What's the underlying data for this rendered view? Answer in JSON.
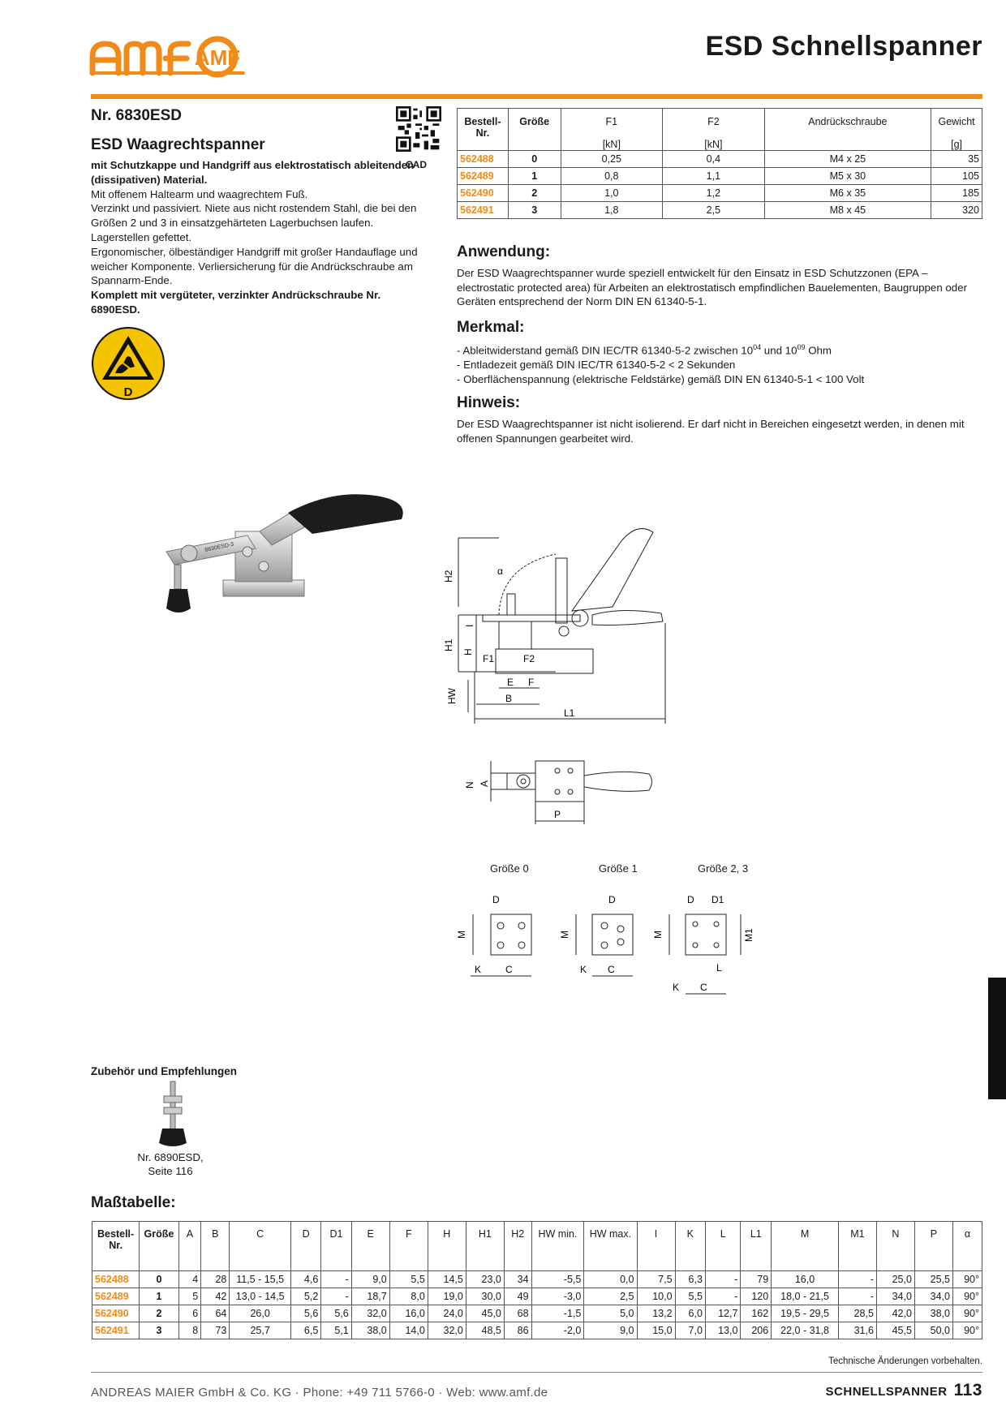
{
  "header": {
    "logo_text": "AMF",
    "title": "ESD Schnellspanner"
  },
  "product": {
    "number": "Nr. 6830ESD",
    "name": "ESD Waagrechtspanner",
    "cad_label": "CAD",
    "description": [
      {
        "text": "mit Schutzkappe und Handgriff aus elektrostatisch ableitenden (dissipativen) Material.",
        "bold": true
      },
      {
        "text": "Mit offenem Haltearm und waagrechtem Fuß.",
        "bold": false
      },
      {
        "text": "Verzinkt und passiviert. Niete aus nicht rostendem Stahl, die bei den Größen 2 und 3 in einsatzgehärteten Lagerbuchsen laufen. Lagerstellen gefettet.",
        "bold": false
      },
      {
        "text": "Ergonomischer, ölbeständiger Handgriff mit großer Handauflage und weicher Komponente. Verliersicherung für die Andrückschraube am Spannarm-Ende.",
        "bold": false
      },
      {
        "text": "Komplett mit vergüteter, verzinkter Andrückschraube Nr. 6890ESD.",
        "bold": true
      }
    ],
    "esd_badge_letter": "D"
  },
  "order_table": {
    "headers": [
      "Bestell-\nNr.",
      "Größe",
      "F1",
      "F2",
      "Andrückschraube",
      "Gewicht"
    ],
    "units": [
      "",
      "",
      "[kN]",
      "[kN]",
      "",
      "[g]"
    ],
    "rows": [
      [
        "562488",
        "0",
        "0,25",
        "0,4",
        "M4 x 25",
        "35"
      ],
      [
        "562489",
        "1",
        "0,8",
        "1,1",
        "M5 x 30",
        "105"
      ],
      [
        "562490",
        "2",
        "1,0",
        "1,2",
        "M6 x 35",
        "185"
      ],
      [
        "562491",
        "3",
        "1,8",
        "2,5",
        "M8 x 45",
        "320"
      ]
    ]
  },
  "application": {
    "title": "Anwendung:",
    "text": "Der ESD Waagrechtspanner wurde speziell entwickelt für den Einsatz in ESD Schutzzonen (EPA – electrostatic protected area) für Arbeiten an elektrostatisch empfindlichen Bauelementen, Baugruppen oder Geräten entsprechend der Norm DIN EN 61340-5-1."
  },
  "features": {
    "title": "Merkmal:",
    "item1_pre": "- Ableitwiderstand gemäß DIN IEC/TR 61340-5-2 zwischen 10",
    "item1_sup1": "04",
    "item1_mid": " und 10",
    "item1_sup2": "09",
    "item1_post": " Ohm",
    "item2": "- Entladezeit gemäß DIN IEC/TR 61340-5-2 < 2 Sekunden",
    "item3": "- Oberflächenspannung (elektrische Feldstärke) gemäß DIN EN 61340-5-1 < 100 Volt"
  },
  "note": {
    "title": "Hinweis:",
    "text": "Der ESD Waagrechtspanner ist nicht isolierend. Er darf nicht in Bereichen eingesetzt werden, in denen mit offenen Spannungen gearbeitet wird."
  },
  "photo_label": "6830ESD-3",
  "drawing_labels": {
    "h2": "H2",
    "h1": "H1",
    "h": "H",
    "i": "I",
    "alpha": "α",
    "f1": "F1",
    "f2": "F2",
    "hw": "HW",
    "e": "E",
    "f": "F",
    "b": "B",
    "l1": "L1",
    "n": "N",
    "a": "A",
    "p": "P",
    "d": "D",
    "d1": "D1",
    "m": "M",
    "m1": "M1",
    "k": "K",
    "c": "C",
    "l": "L"
  },
  "size_labels": [
    "Größe 0",
    "Größe 1",
    "Größe 2, 3"
  ],
  "accessories": {
    "title": "Zubehör und Empfehlungen",
    "caption_line1": "Nr. 6890ESD,",
    "caption_line2": "Seite 116"
  },
  "dim_table": {
    "title": "Maßtabelle:",
    "headers": [
      "Bestell-\nNr.",
      "Größe",
      "A",
      "B",
      "C",
      "D",
      "D1",
      "E",
      "F",
      "H",
      "H1",
      "H2",
      "HW min.",
      "HW max.",
      "I",
      "K",
      "L",
      "L1",
      "M",
      "M1",
      "N",
      "P",
      "α"
    ],
    "rows": [
      [
        "562488",
        "0",
        "4",
        "28",
        "11,5 - 15,5",
        "4,6",
        "-",
        "9,0",
        "5,5",
        "14,5",
        "23,0",
        "34",
        "-5,5",
        "0,0",
        "7,5",
        "6,3",
        "-",
        "79",
        "16,0",
        "-",
        "25,0",
        "25,5",
        "90°"
      ],
      [
        "562489",
        "1",
        "5",
        "42",
        "13,0 - 14,5",
        "5,2",
        "-",
        "18,7",
        "8,0",
        "19,0",
        "30,0",
        "49",
        "-3,0",
        "2,5",
        "10,0",
        "5,5",
        "-",
        "120",
        "18,0 - 21,5",
        "-",
        "34,0",
        "34,0",
        "90°"
      ],
      [
        "562490",
        "2",
        "6",
        "64",
        "26,0",
        "5,6",
        "5,6",
        "32,0",
        "16,0",
        "24,0",
        "45,0",
        "68",
        "-1,5",
        "5,0",
        "13,2",
        "6,0",
        "12,7",
        "162",
        "19,5 - 29,5",
        "28,5",
        "42,0",
        "38,0",
        "90°"
      ],
      [
        "562491",
        "3",
        "8",
        "73",
        "25,7",
        "6,5",
        "5,1",
        "38,0",
        "14,0",
        "32,0",
        "48,5",
        "86",
        "-2,0",
        "9,0",
        "15,0",
        "7,0",
        "13,0",
        "206",
        "22,0 - 31,8",
        "31,6",
        "45,5",
        "50,0",
        "90°"
      ]
    ]
  },
  "footer": {
    "disclaimer": "Technische Änderungen vorbehalten.",
    "left": "ANDREAS MAIER GmbH & Co. KG · Phone: +49 711 5766-0 · Web: www.amf.de",
    "section": "SCHNELLSPANNER",
    "page": "113"
  },
  "colors": {
    "accent": "#f08a18",
    "esd_yellow": "#f5c400",
    "text": "#1a1a1a"
  }
}
